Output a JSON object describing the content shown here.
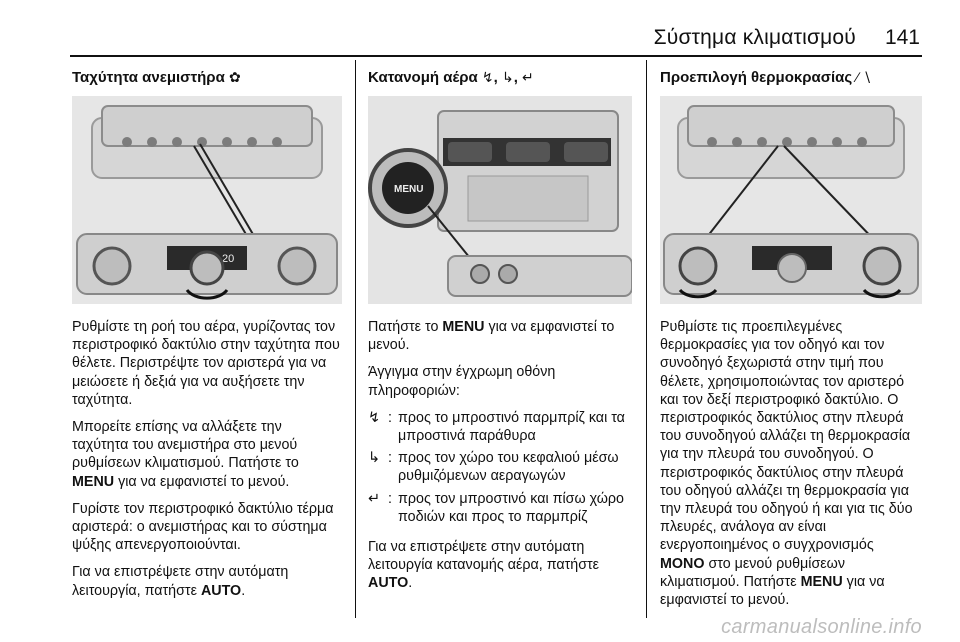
{
  "header": {
    "title": "Σύστημα κλιματισμού",
    "page_number": "141"
  },
  "col1": {
    "heading": "Ταχύτητα ανεμιστήρα",
    "heading_icon": "fan-icon",
    "p1": "Ρυθμίστε τη ροή του αέρα, γυρίζοντας τον περιστροφικό δακτύλιο στην ταχύτητα που θέλετε. Περιστρέψτε τον αριστερά για να μειώσετε ή δεξιά για να αυξήσετε την ταχύτητα.",
    "p2_a": "Μπορείτε επίσης να αλλάξετε την ταχύτητα του ανεμιστήρα στο μενού ρυθμίσεων κλιματισμού. Πατήστε το ",
    "p2_b": "MENU",
    "p2_c": " για να εμφανιστεί το μενού.",
    "p3": "Γυρίστε τον περιστροφικό δακτύλιο τέρμα αριστερά: ο ανεμιστήρας και το σύστημα ψύξης απενεργοποιούνται.",
    "p4_a": "Για να επιστρέψετε στην αυτόματη λειτουργία, πατήστε ",
    "p4_b": "AUTO",
    "p4_c": "."
  },
  "col2": {
    "heading": "Κατανομή αέρα",
    "heading_icons": [
      "air-windscreen-icon",
      "air-head-icon",
      "air-feet-icon"
    ],
    "heading_sep": ",",
    "menu_label": "MENU",
    "p1_a": "Πατήστε το ",
    "p1_b": "MENU",
    "p1_c": " για να εμφανιστεί το μενού.",
    "p2": "Άγγιγμα στην έγχρωμη οθόνη πληροφοριών:",
    "items": [
      {
        "icon": "air-windscreen-icon",
        "sep": ":",
        "text": "προς το μπροστινό παρμπρίζ και τα μπροστινά παράθυρα"
      },
      {
        "icon": "air-head-icon",
        "sep": ":",
        "text": "προς τον χώρο του κεφαλιού μέσω ρυθμιζόμενων αεραγωγών"
      },
      {
        "icon": "air-feet-icon",
        "sep": ":",
        "text": "προς τον μπροστινό και πίσω χώρο ποδιών και προς το παρμπρίζ"
      }
    ],
    "p3_a": "Για να επιστρέψετε στην αυτόματη λειτουργία κατανομής αέρα, πατήστε ",
    "p3_b": "AUTO",
    "p3_c": "."
  },
  "col3": {
    "heading": "Προεπιλογή θερμοκρασίας",
    "heading_icon": "temperature-knob-icon",
    "p1_a": "Ρυθμίστε τις προεπιλεγμένες θερμοκρασίες για τον οδηγό και τον συνοδηγό ξεχωριστά στην τιμή που θέλετε, χρησιμοποιώντας τον αριστερό και τον δεξί περιστροφικό δακτύλιο. Ο περιστροφικός δακτύλιος στην πλευρά του συνοδηγού αλλάζει τη θερμοκρασία για την πλευρά του συνοδηγού. Ο περιστροφικός δακτύλιος στην πλευρά του οδηγού αλλάζει τη θερμοκρασία για την πλευρά του οδηγού ή και για τις δύο πλευρές, ανάλογα αν είναι ενεργοποιημένος ο συγχρονισμός ",
    "p1_b": "MONO",
    "p1_c": " στο μενού ρυθμίσεων κλιματισμού. Πατήστε ",
    "p1_d": "MENU",
    "p1_e": " για να εμφανιστεί το μενού."
  },
  "figure": {
    "display_value": "20"
  },
  "watermark": "carmanualsonline.info"
}
